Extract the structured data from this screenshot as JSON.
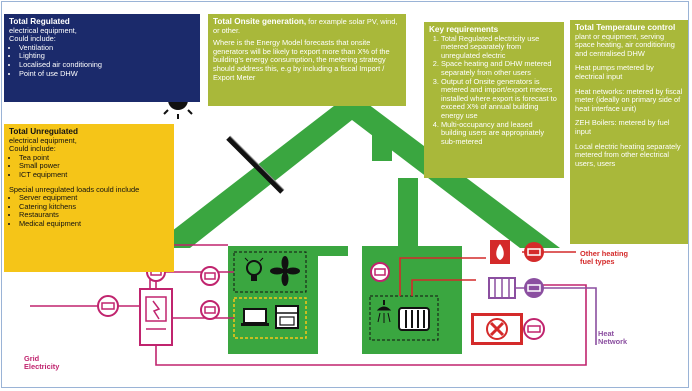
{
  "regulated": {
    "title": "Total Regulated",
    "subtitle": "electrical equipment,",
    "intro": "Could include:",
    "items": [
      "Ventilation",
      "Lighting",
      "Localised air conditioning",
      "Point of use DHW"
    ]
  },
  "unregulated": {
    "title": "Total Unregulated",
    "subtitle": "electrical equipment,",
    "intro": "Could include:",
    "items": [
      "Tea point",
      "Small power",
      "ICT equipment"
    ],
    "special_intro": "Special unregulated loads could include",
    "special_items": [
      "Server equipment",
      "Catering kitchens",
      "Restaurants",
      "Medical equipment"
    ]
  },
  "onsite": {
    "title": "Total Onsite generation,",
    "title_rest": " for example solar PV, wind, or other.",
    "body": "Where is the Energy Model forecasts that onsite generators will be likely to export more than X% of the building's energy consumption, the metering strategy should address this, e.g by including a fiscal Import / Export Meter"
  },
  "requirements": {
    "title": "Key requirements",
    "items": [
      "Total Regulated electricity use metered separately from unregulated electric",
      "Space heating and DHW metered separately from other users",
      "Output of Onsite generators is metered and import/export meters installed where export is forecast to exceed X% of annual building energy use",
      "Multi-occupancy and leased building users are appropriately sub-metered"
    ]
  },
  "temperature": {
    "title": "Total Temperature control",
    "title_rest": " plant or equipment, serving space heating, air conditioning and centralised DHW",
    "p1": "Heat pumps metered by electrical input",
    "p2": "Heat networks: metered by fiscal meter (ideally on primary side of heat interface unit)",
    "p3": "ZEH Boilers: metered by fuel input",
    "p4": "Local electric heating separately metered from other electrical users, users"
  },
  "labels": {
    "grid_line1": "Grid",
    "grid_line2": "Electricity",
    "other_line1": "Other heating",
    "other_line2": "fuel types",
    "heat_line1": "Heat",
    "heat_line2": "Network"
  },
  "colors": {
    "navy": "#1b2a6b",
    "yellow": "#f5c518",
    "olive": "#a9b83a",
    "house_green": "#3aa640",
    "grid_magenta": "#c0246e",
    "heating_red": "#d42a2a",
    "heat_network_purple": "#8b4fa0"
  }
}
